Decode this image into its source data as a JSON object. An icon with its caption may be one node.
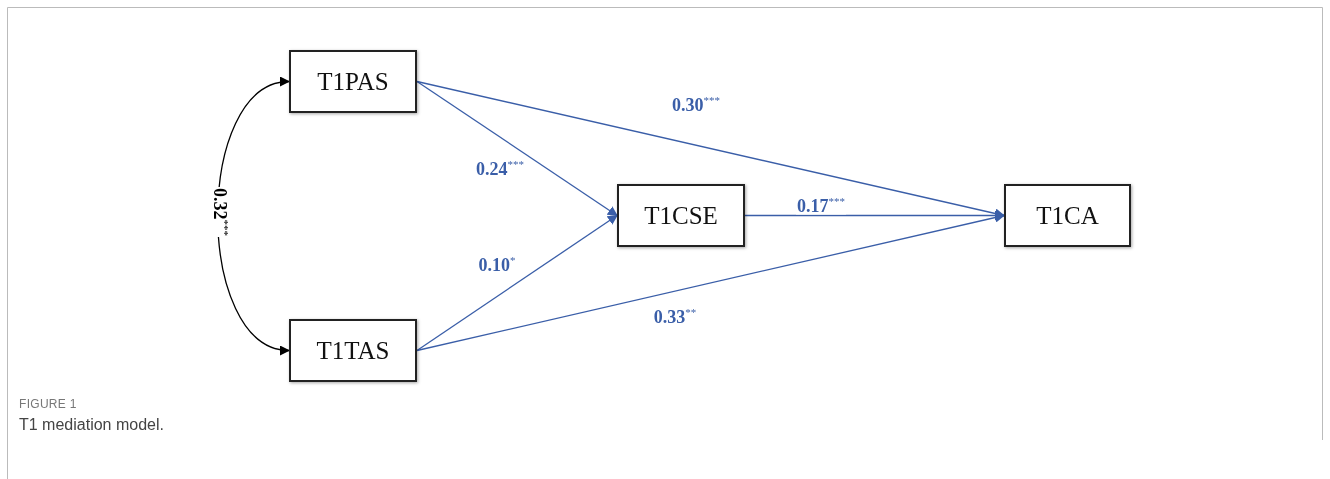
{
  "diagram": {
    "caption": "T1 mediation model.",
    "nodes": [
      {
        "text": [
          "T1PAS"
        ]
      },
      {
        "text": [
          "T1TAS"
        ]
      },
      {
        "text": [
          "T1CSE"
        ]
      },
      {
        "text": [
          "T1CA"
        ]
      }
    ],
    "edges": [
      {
        "from": 0,
        "to": 1,
        "arrow": "both",
        "label": "0.32$^{***}$",
        "color": "#000000"
      },
      {
        "from": 0,
        "to": 2,
        "arrow": "to",
        "label": "0.24$^{***}$"
      },
      {
        "from": 1,
        "to": 2,
        "arrow": "to",
        "label": "0.10$^{*}$"
      },
      {
        "from": 0,
        "to": 3,
        "arrow": "to",
        "label": "0.30$^{***}$"
      },
      {
        "from": 2,
        "to": 3,
        "arrow": "to",
        "label": "0.17$^{***}$"
      },
      {
        "from": 1,
        "to": 3,
        "arrow": "to",
        "label": "0.33$^{**}$"
      }
    ],
    "labels": [
      "FIGURE 1"
    ]
  }
}
